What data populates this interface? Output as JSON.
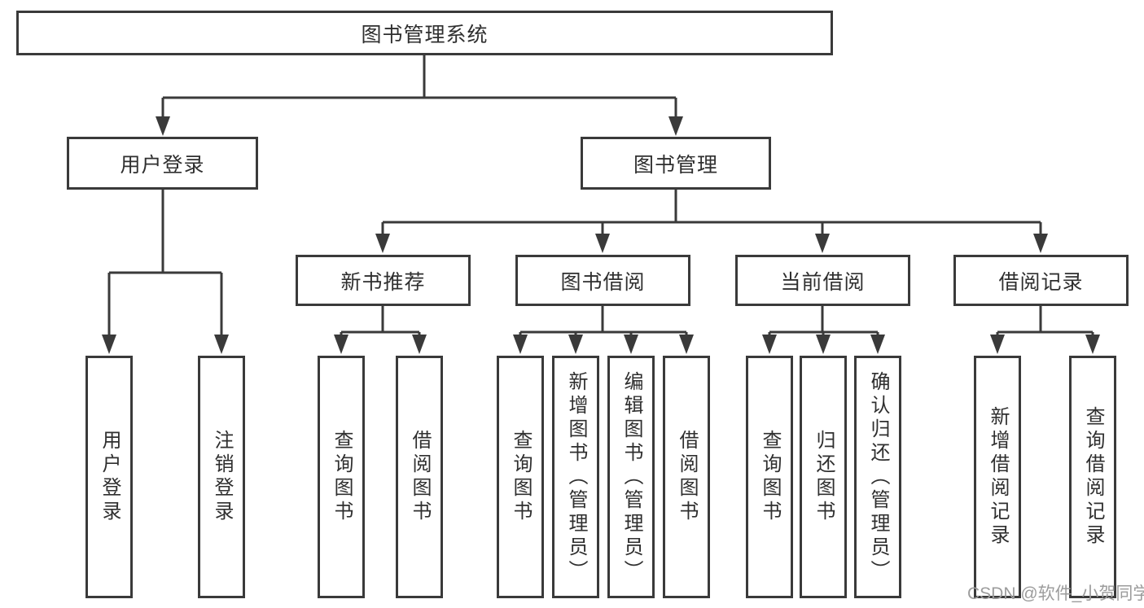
{
  "tree": {
    "root": {
      "label": "图书管理系统"
    },
    "children": [
      {
        "label": "用户登录",
        "children": [
          {
            "label": "用户登录"
          },
          {
            "label": "注销登录"
          }
        ]
      },
      {
        "label": "图书管理",
        "children": [
          {
            "label": "新书推荐",
            "children": [
              {
                "label": "查询图书"
              },
              {
                "label": "借阅图书"
              }
            ]
          },
          {
            "label": "图书借阅",
            "children": [
              {
                "label": "查询图书"
              },
              {
                "label": "新增图书（管理员）"
              },
              {
                "label": "编辑图书（管理员）"
              },
              {
                "label": "借阅图书"
              }
            ]
          },
          {
            "label": "当前借阅",
            "children": [
              {
                "label": "查询图书"
              },
              {
                "label": "归还图书"
              },
              {
                "label": "确认归还（管理员）"
              }
            ]
          },
          {
            "label": "借阅记录",
            "children": [
              {
                "label": "新增借阅记录"
              },
              {
                "label": "查询借阅记录"
              }
            ]
          }
        ]
      }
    ]
  },
  "watermark": {
    "text": "CSDN @软件_小贺同学",
    "color": "#9c9c9c"
  },
  "colors": {
    "line": "#3a3a3a",
    "box_border": "#3a3a3a",
    "text": "#2f2f2f",
    "watermark": "#9c9c9c",
    "background": "#ffffff"
  }
}
